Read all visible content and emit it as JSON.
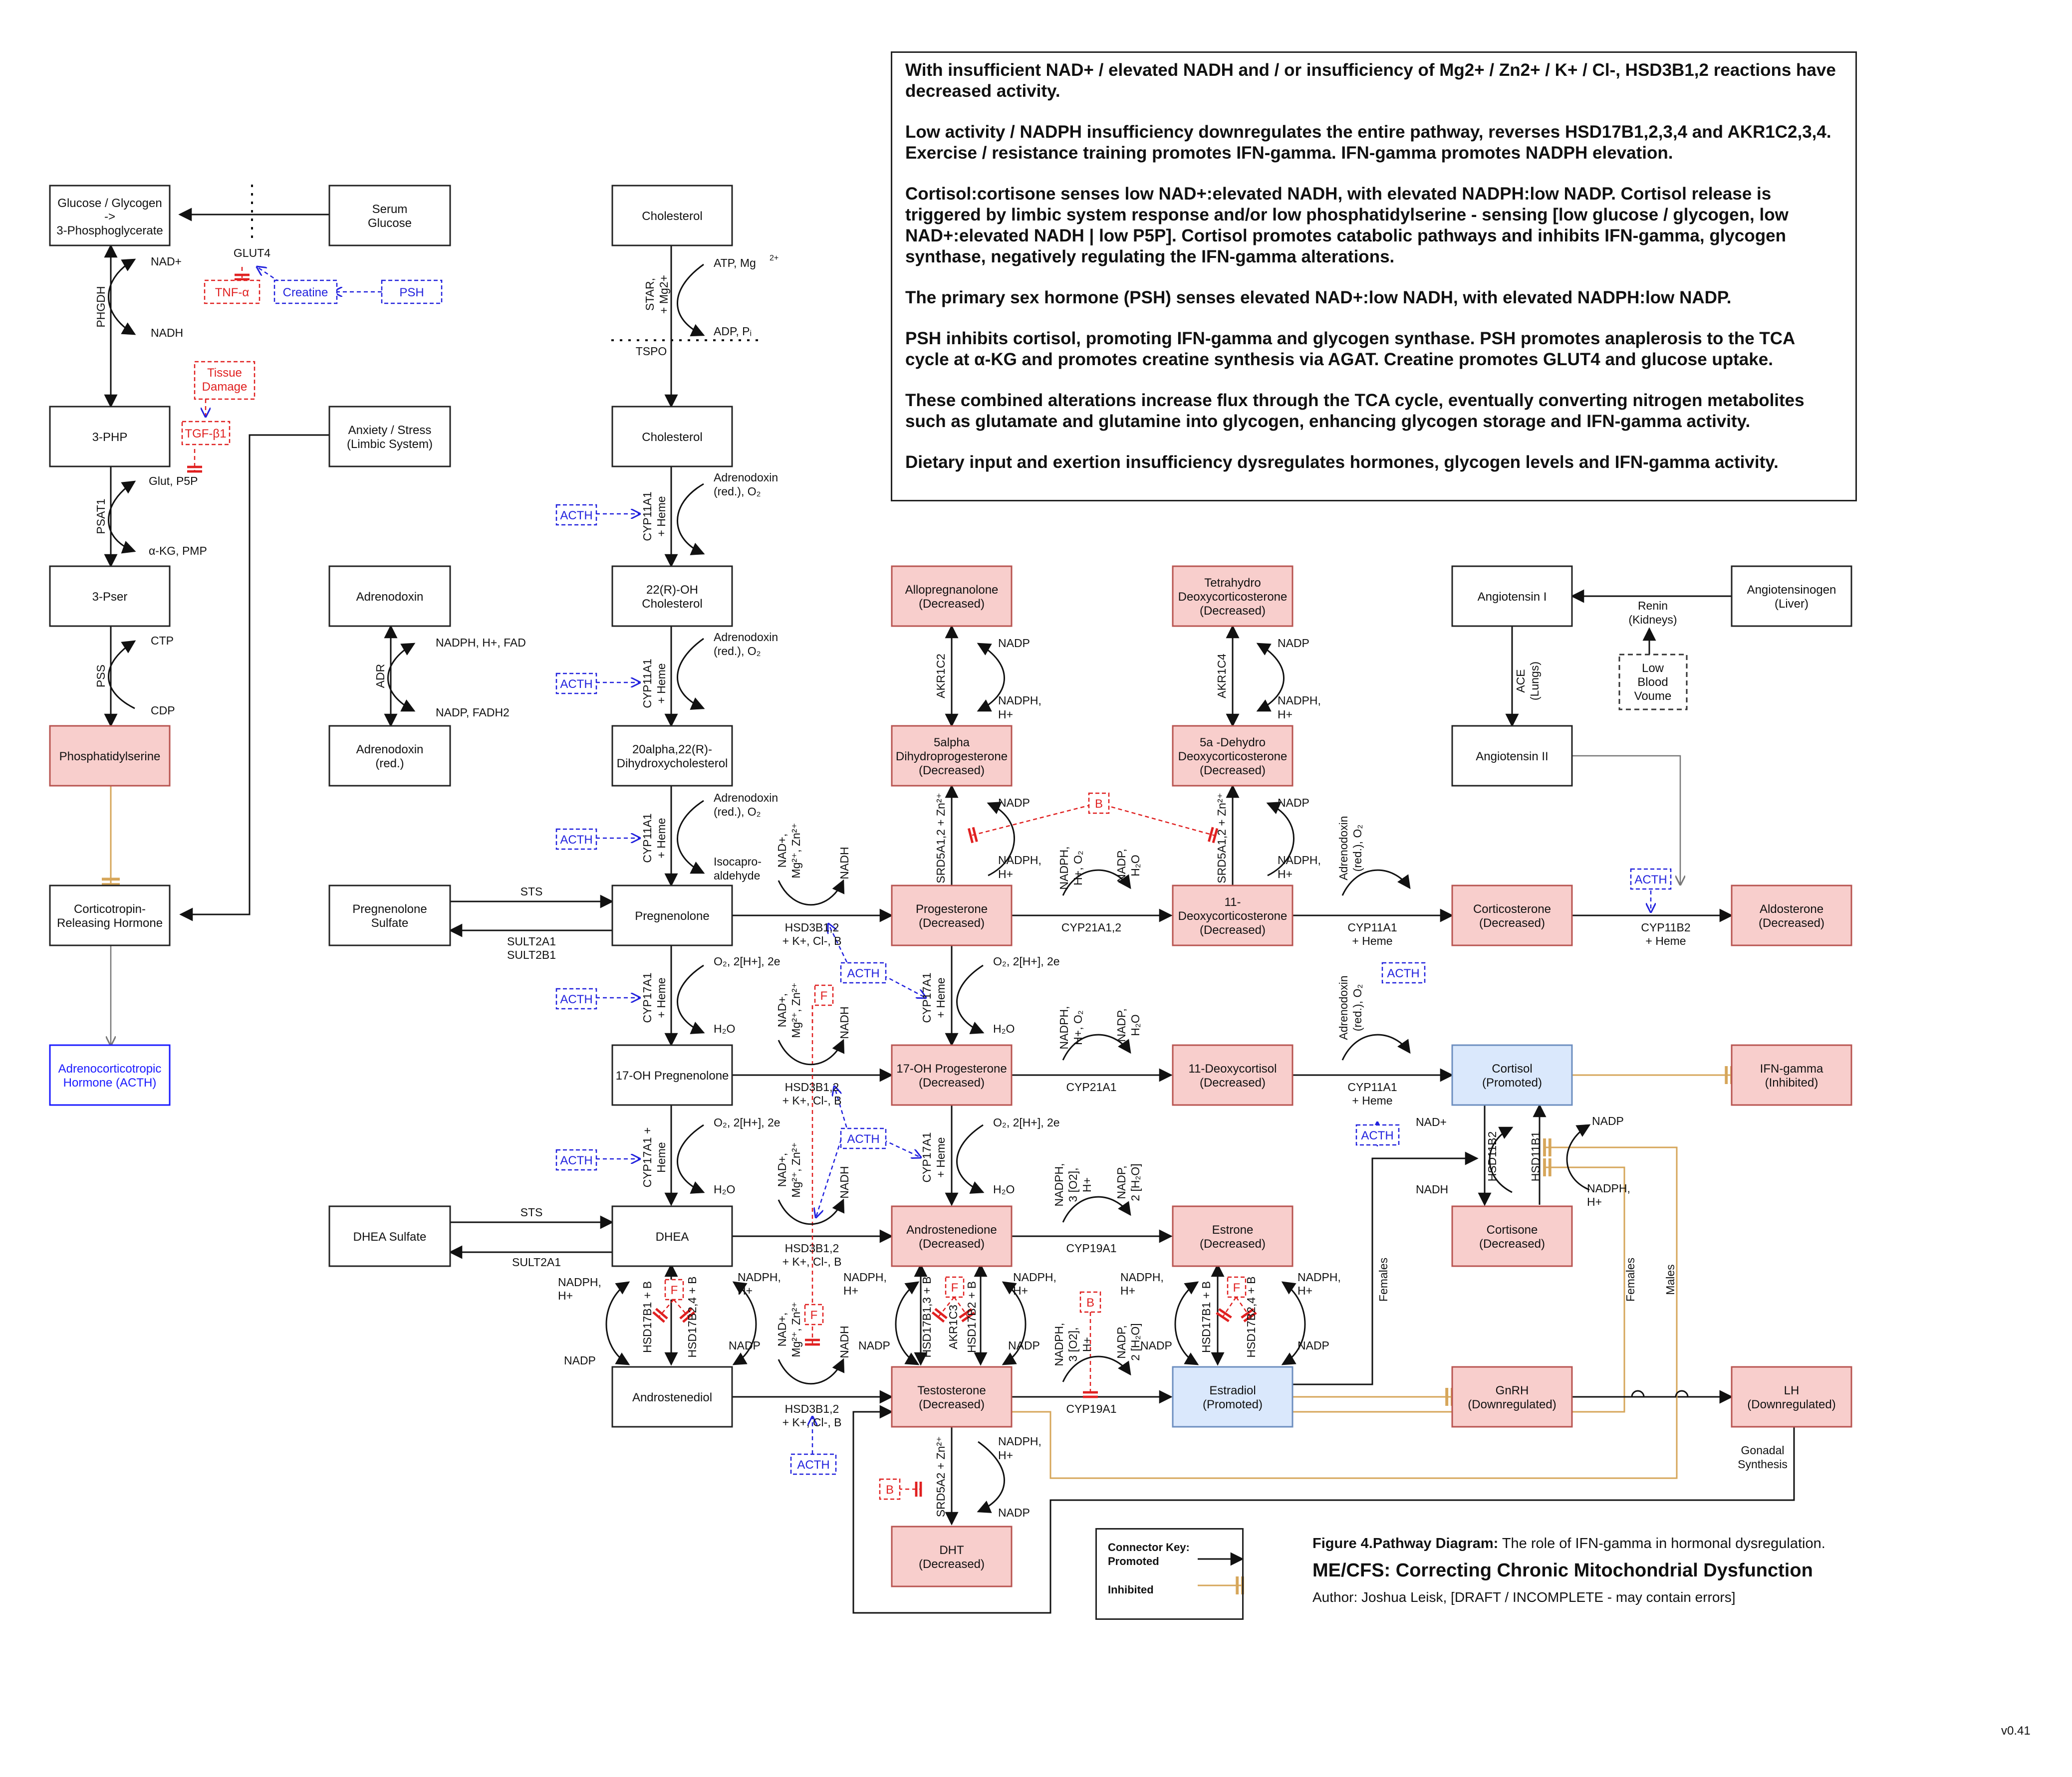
{
  "notes": [
    "With insufficient NAD+ / elevated NADH and / or insufficiency of Mg2+ / Zn2+ / K+ / Cl-, HSD3B1,2 reactions have decreased activity.",
    "Low activity / NADPH insufficiency downregulates the entire pathway, reverses HSD17B1,2,3,4 and AKR1C2,3,4. Exercise / resistance training promotes IFN-gamma. IFN-gamma promotes NADPH elevation.",
    "Cortisol:cortisone senses low NAD+:elevated NADH, with elevated NADPH:low NADP. Cortisol release is triggered by limbic system response and/or low phosphatidylserine -  sensing [low glucose / glycogen, low NAD+:elevated NADH | low P5P]. Cortisol promotes catabolic pathways and inhibits IFN-gamma, glycogen synthase, negatively regulating the IFN-gamma alterations.",
    "The primary sex hormone (PSH) senses elevated NAD+:low NADH, with elevated NADPH:low NADP.",
    "PSH inhibits cortisol, promoting IFN-gamma and glycogen synthase. PSH promotes anaplerosis to the TCA cycle at α-KG and promotes creatine synthesis via AGAT. Creatine promotes GLUT4 and glucose uptake.",
    "These combined alterations increase flux through the TCA cycle, eventually converting nitrogen metabolites such as glutamate and glutamine into glycogen, enhancing glycogen storage and IFN-gamma activity.",
    "Dietary input and exertion insufficiency dysregulates hormones, glycogen levels and IFN-gamma activity."
  ],
  "nodes": {
    "glucose": [
      "Glucose / Glycogen",
      "->",
      "3-Phosphoglycerate"
    ],
    "serum_glucose": [
      "Serum",
      "Glucose"
    ],
    "php": [
      "3-PHP"
    ],
    "pser": [
      "3-Pser"
    ],
    "phosphatidylserine": [
      "Phosphatidylserine"
    ],
    "crh": [
      "Corticotropin-",
      "Releasing Hormone"
    ],
    "acth_node": [
      "Adrenocorticotropic",
      "Hormone (ACTH)"
    ],
    "anxiety": [
      "Anxiety / Stress",
      "(Limbic System)"
    ],
    "adrenodoxin": [
      "Adrenodoxin"
    ],
    "adrenodoxin_red": [
      "Adrenodoxin",
      "(red.)"
    ],
    "preg_sulfate": [
      "Pregnenolone",
      "Sulfate"
    ],
    "dhea_sulfate": [
      "DHEA Sulfate"
    ],
    "cholesterol1": [
      "Cholesterol"
    ],
    "cholesterol2": [
      "Cholesterol"
    ],
    "oh22": [
      "22(R)-OH",
      "Cholesterol"
    ],
    "dihydroxy": [
      "20alpha,22(R)-",
      "Dihydroxycholesterol"
    ],
    "pregnenolone": [
      "Pregnenolone"
    ],
    "oh17_preg": [
      "17-OH Pregnenolone"
    ],
    "dhea": [
      "DHEA"
    ],
    "androstenediol": [
      "Androstenediol"
    ],
    "allopreg": [
      "Allopregnanolone",
      "(Decreased)"
    ],
    "dihydroprog": [
      "5alpha",
      "Dihydroprogesterone",
      "(Decreased)"
    ],
    "progesterone": [
      "Progesterone",
      "(Decreased)"
    ],
    "oh17_prog": [
      "17-OH Progesterone",
      "(Decreased)"
    ],
    "androstenedione": [
      "Androstenedione",
      "(Decreased)"
    ],
    "testosterone": [
      "Testosterone",
      "(Decreased)"
    ],
    "dht": [
      "DHT",
      "(Decreased)"
    ],
    "thdoc": [
      "Tetrahydro",
      "Deoxycorticosterone",
      "(Decreased)"
    ],
    "dhdoc": [
      "5a -Dehydro",
      "Deoxycorticosterone",
      "(Decreased)"
    ],
    "doc": [
      "11-",
      "Deoxycorticosterone",
      "(Decreased)"
    ],
    "deoxycortisol": [
      "11-Deoxycortisol",
      "(Decreased)"
    ],
    "estrone": [
      "Estrone",
      "(Decreased)"
    ],
    "estradiol": [
      "Estradiol",
      "(Promoted)"
    ],
    "angiotensin1": [
      "Angiotensin I"
    ],
    "angiotensinogen": [
      "Angiotensinogen",
      "(Liver)"
    ],
    "low_bv": [
      "Low",
      "Blood",
      "Voume"
    ],
    "angiotensin2": [
      "Angiotensin II"
    ],
    "corticosterone": [
      "Corticosterone",
      "(Decreased)"
    ],
    "aldosterone": [
      "Aldosterone",
      "(Decreased)"
    ],
    "cortisol": [
      "Cortisol",
      "(Promoted)"
    ],
    "cortisone": [
      "Cortisone",
      "(Decreased)"
    ],
    "ifn": [
      "IFN-gamma",
      "(Inhibited)"
    ],
    "gnrh": [
      "GnRH",
      "(Downregulated)"
    ],
    "lh": [
      "LH",
      "(Downregulated)"
    ],
    "tissue_damage": [
      "Tissue",
      "Damage"
    ]
  },
  "tags": {
    "acth": "ACTH",
    "tnf": "TNF-α",
    "creatine": "Creatine",
    "psh": "PSH",
    "tgf": "TGF-β1",
    "f": "F",
    "b": "B"
  },
  "labels": {
    "glut4": "GLUT4",
    "nad_plus": "NAD+",
    "nadh": "NADH",
    "phgdh": "PHGDH",
    "psat1": "PSAT1",
    "glut_p5p": "Glut, P5P",
    "akg_pmp": "α-KG, PMP",
    "pss": "PSS",
    "ctp": "CTP",
    "cdp": "CDP",
    "adr": "ADR",
    "nadph_h_fad": "NADPH, H+, FAD",
    "nadp_fadh2": "NADP, FADH2",
    "star": [
      "STAR,",
      "+ Mg2+"
    ],
    "atp_mg": "ATP, Mg",
    "mg_sup": "2+",
    "adp_pi": "ADP, Pᵢ",
    "tspo": "TSPO",
    "cyp11a1": [
      "CYP11A1",
      "+ Heme"
    ],
    "adrenodoxin_red_o2": [
      "Adrenodoxin",
      "(red.), O₂"
    ],
    "isocapro": [
      "Isocapro-",
      "aldehyde"
    ],
    "sts": "STS",
    "sult": [
      "SULT2A1",
      "SULT2B1"
    ],
    "sult2a1": "SULT2A1",
    "o2_2h": "O₂, 2[H+], 2e",
    "h2o": "H₂O",
    "cyp17a1": [
      "CYP17A1",
      "+ Heme"
    ],
    "cyp17a1_b": [
      "CYP17A1 +",
      "Heme"
    ],
    "hsd3b": [
      "HSD3B1,2",
      "+ K+, Cl-, B"
    ],
    "nad_mg_zn": [
      "NAD+,",
      "Mg²⁺, Zn²⁺"
    ],
    "hsd17b1": "HSD17B1 + B",
    "hsd17b24": "HSD17B2,4 + B",
    "hsd17b13": "HSD17B1,3 + B",
    "akr1c3": "AKR1C3",
    "hsd17b2": "HSD17B2 + B",
    "nadph_h": [
      "NADPH,",
      "H+"
    ],
    "nadp": "NADP",
    "akr1c2": "AKR1C2",
    "akr1c4": "AKR1C4",
    "srd5a": "SRD5A1,2 + Zn²⁺",
    "srd5a2": "SRD5A2 + Zn²⁺",
    "nadph_h_o2": [
      "NADPH,",
      "H+, O₂"
    ],
    "nadp_h2o": [
      "NADP,",
      "H₂O"
    ],
    "nadph_3o2": [
      "NADPH,",
      "3 [O2],",
      "H+"
    ],
    "nadp_2h2o": [
      "NADP,",
      "2 [H₂O]"
    ],
    "cyp21a12": "CYP21A1,2",
    "cyp21a1": "CYP21A1",
    "cyp19a1": "CYP19A1",
    "cyp11b2": [
      "CYP11B2",
      "+ Heme"
    ],
    "renin": [
      "Renin",
      "(Kidneys)"
    ],
    "ace": [
      "ACE",
      "(Lungs)"
    ],
    "hsd11b2": "HSD11B2",
    "hsd11b1": "HSD11B1",
    "females": "Females",
    "males": "Males",
    "gonadal": [
      "Gonadal",
      "Synthesis"
    ]
  },
  "key": {
    "header": "Connector Key:",
    "promoted": "Promoted",
    "inhibited": "Inhibited"
  },
  "caption": {
    "figure": "Figure 4.",
    "figure_rest": "Pathway Diagram:",
    "figure_desc": " The role of IFN-gamma in hormonal dysregulation.",
    "title": "ME/CFS: Correcting Chronic Mitochondrial Dysfunction",
    "author": "Author: Joshua Leisk, [DRAFT / INCOMPLETE - may contain errors]"
  },
  "version": "v0.41",
  "colors": {
    "decreased_fill": "#f8cecc",
    "promoted_fill": "#dae8fc",
    "acth_blue": "#2222dd",
    "red": "#e02020",
    "inhibited": "#d6a65a"
  }
}
